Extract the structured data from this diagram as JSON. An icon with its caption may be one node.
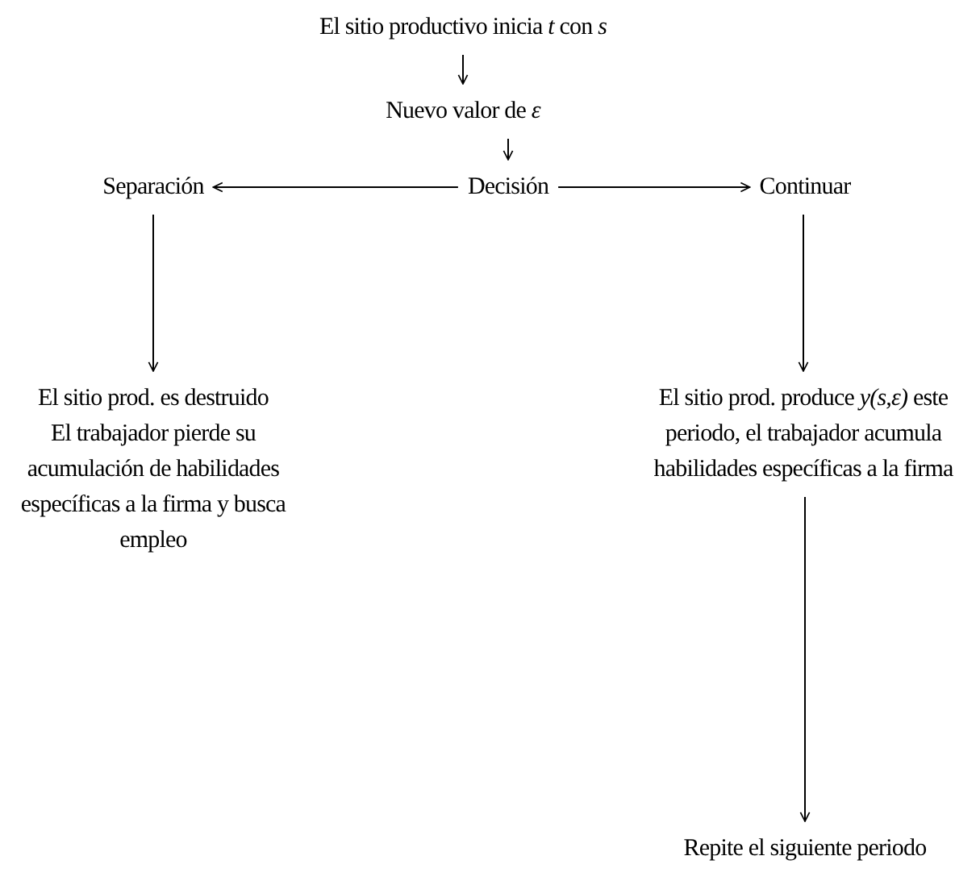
{
  "diagram": {
    "nodes": [
      {
        "text": [
          "El sitio productivo inicia *t* con *s*"
        ]
      },
      {
        "text": [
          "Nuevo valor de *ε*"
        ]
      },
      {
        "text": [
          "Separación"
        ]
      },
      {
        "text": [
          "Decisión"
        ]
      },
      {
        "text": [
          "Continuar"
        ]
      },
      {
        "text": [
          "El sitio prod. es destruido",
          "El trabajador pierde su acumulación de habilidades específicas a la firma y busca empleo"
        ]
      },
      {
        "text": [
          "El sitio prod. produce *y(s,ε)* este periodo, el trabajador acumula habilidades específicas a la firma"
        ]
      },
      {
        "text": [
          "Repite el siguiente periodo"
        ]
      }
    ],
    "edges": [
      {
        "from": 0,
        "to": 1,
        "arrow": "to"
      },
      {
        "from": 1,
        "to": 3,
        "arrow": "to"
      },
      {
        "from": 3,
        "to": 2,
        "arrow": "to"
      },
      {
        "from": 3,
        "to": 4,
        "arrow": "to"
      },
      {
        "from": 2,
        "to": 5,
        "arrow": "to"
      },
      {
        "from": 4,
        "to": 6,
        "arrow": "to"
      },
      {
        "from": 6,
        "to": 7,
        "arrow": "to"
      }
    ]
  }
}
